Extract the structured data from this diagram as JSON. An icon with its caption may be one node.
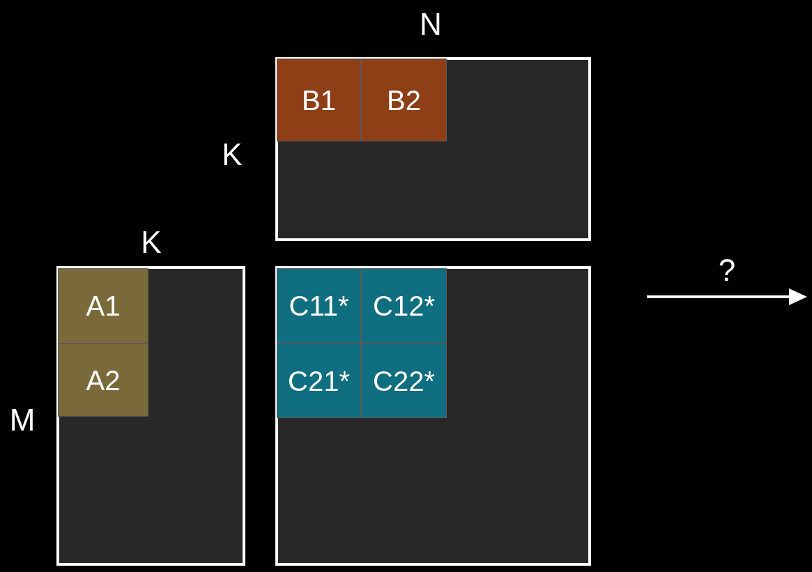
{
  "diagram": {
    "nodes": [
      {
        "text": [],
        "shape": "box"
      },
      {
        "text": [
          "B1"
        ],
        "in": 0
      },
      {
        "text": [
          "B2"
        ],
        "in": 0
      },
      {
        "text": [],
        "shape": "box"
      },
      {
        "text": [
          "A1"
        ],
        "in": 3
      },
      {
        "text": [
          "A2"
        ],
        "in": 3
      },
      {
        "text": [],
        "shape": "box"
      },
      {
        "text": [
          "C11*"
        ],
        "in": 6
      },
      {
        "text": [
          "C12*"
        ],
        "in": 6
      },
      {
        "text": [
          "C21*"
        ],
        "in": 6
      },
      {
        "text": [
          "C22*"
        ],
        "in": 6
      }
    ],
    "labels": [
      "N",
      "K",
      "K",
      "?",
      "M"
    ]
  }
}
